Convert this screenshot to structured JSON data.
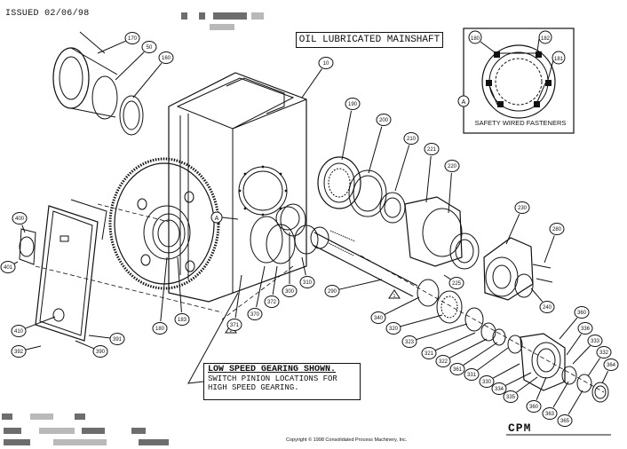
{
  "header": {
    "issued": "ISSUED 02/06/98",
    "title": "OIL LUBRICATED MAINSHAFT"
  },
  "inset": {
    "label": "A",
    "caption": "SAFETY WIRED FASTENERS",
    "callouts": [
      "180",
      "182",
      "181"
    ]
  },
  "note": {
    "heading": "LOW SPEED GEARING SHOWN.",
    "line1": "SWITCH PINION LOCATIONS FOR",
    "line2": "HIGH SPEED GEARING."
  },
  "detail_marker": "A",
  "footer": {
    "copyright": "Copyright © 1998 Consolidated Process Machinery, Inc.",
    "brand": "CPM"
  },
  "callouts": [
    "170",
    "50",
    "160",
    "10",
    "190",
    "200",
    "210",
    "221",
    "220",
    "230",
    "280",
    "240",
    "400",
    "401",
    "410",
    "392",
    "391",
    "390",
    "180",
    "183",
    "371",
    "370",
    "372",
    "300",
    "310",
    "290",
    "225",
    "340",
    "320",
    "323",
    "321",
    "322",
    "361",
    "331",
    "330",
    "334",
    "335",
    "360",
    "363",
    "365",
    "364",
    "332",
    "333",
    "336",
    "360"
  ],
  "delta_markers": [
    "2",
    "1"
  ]
}
